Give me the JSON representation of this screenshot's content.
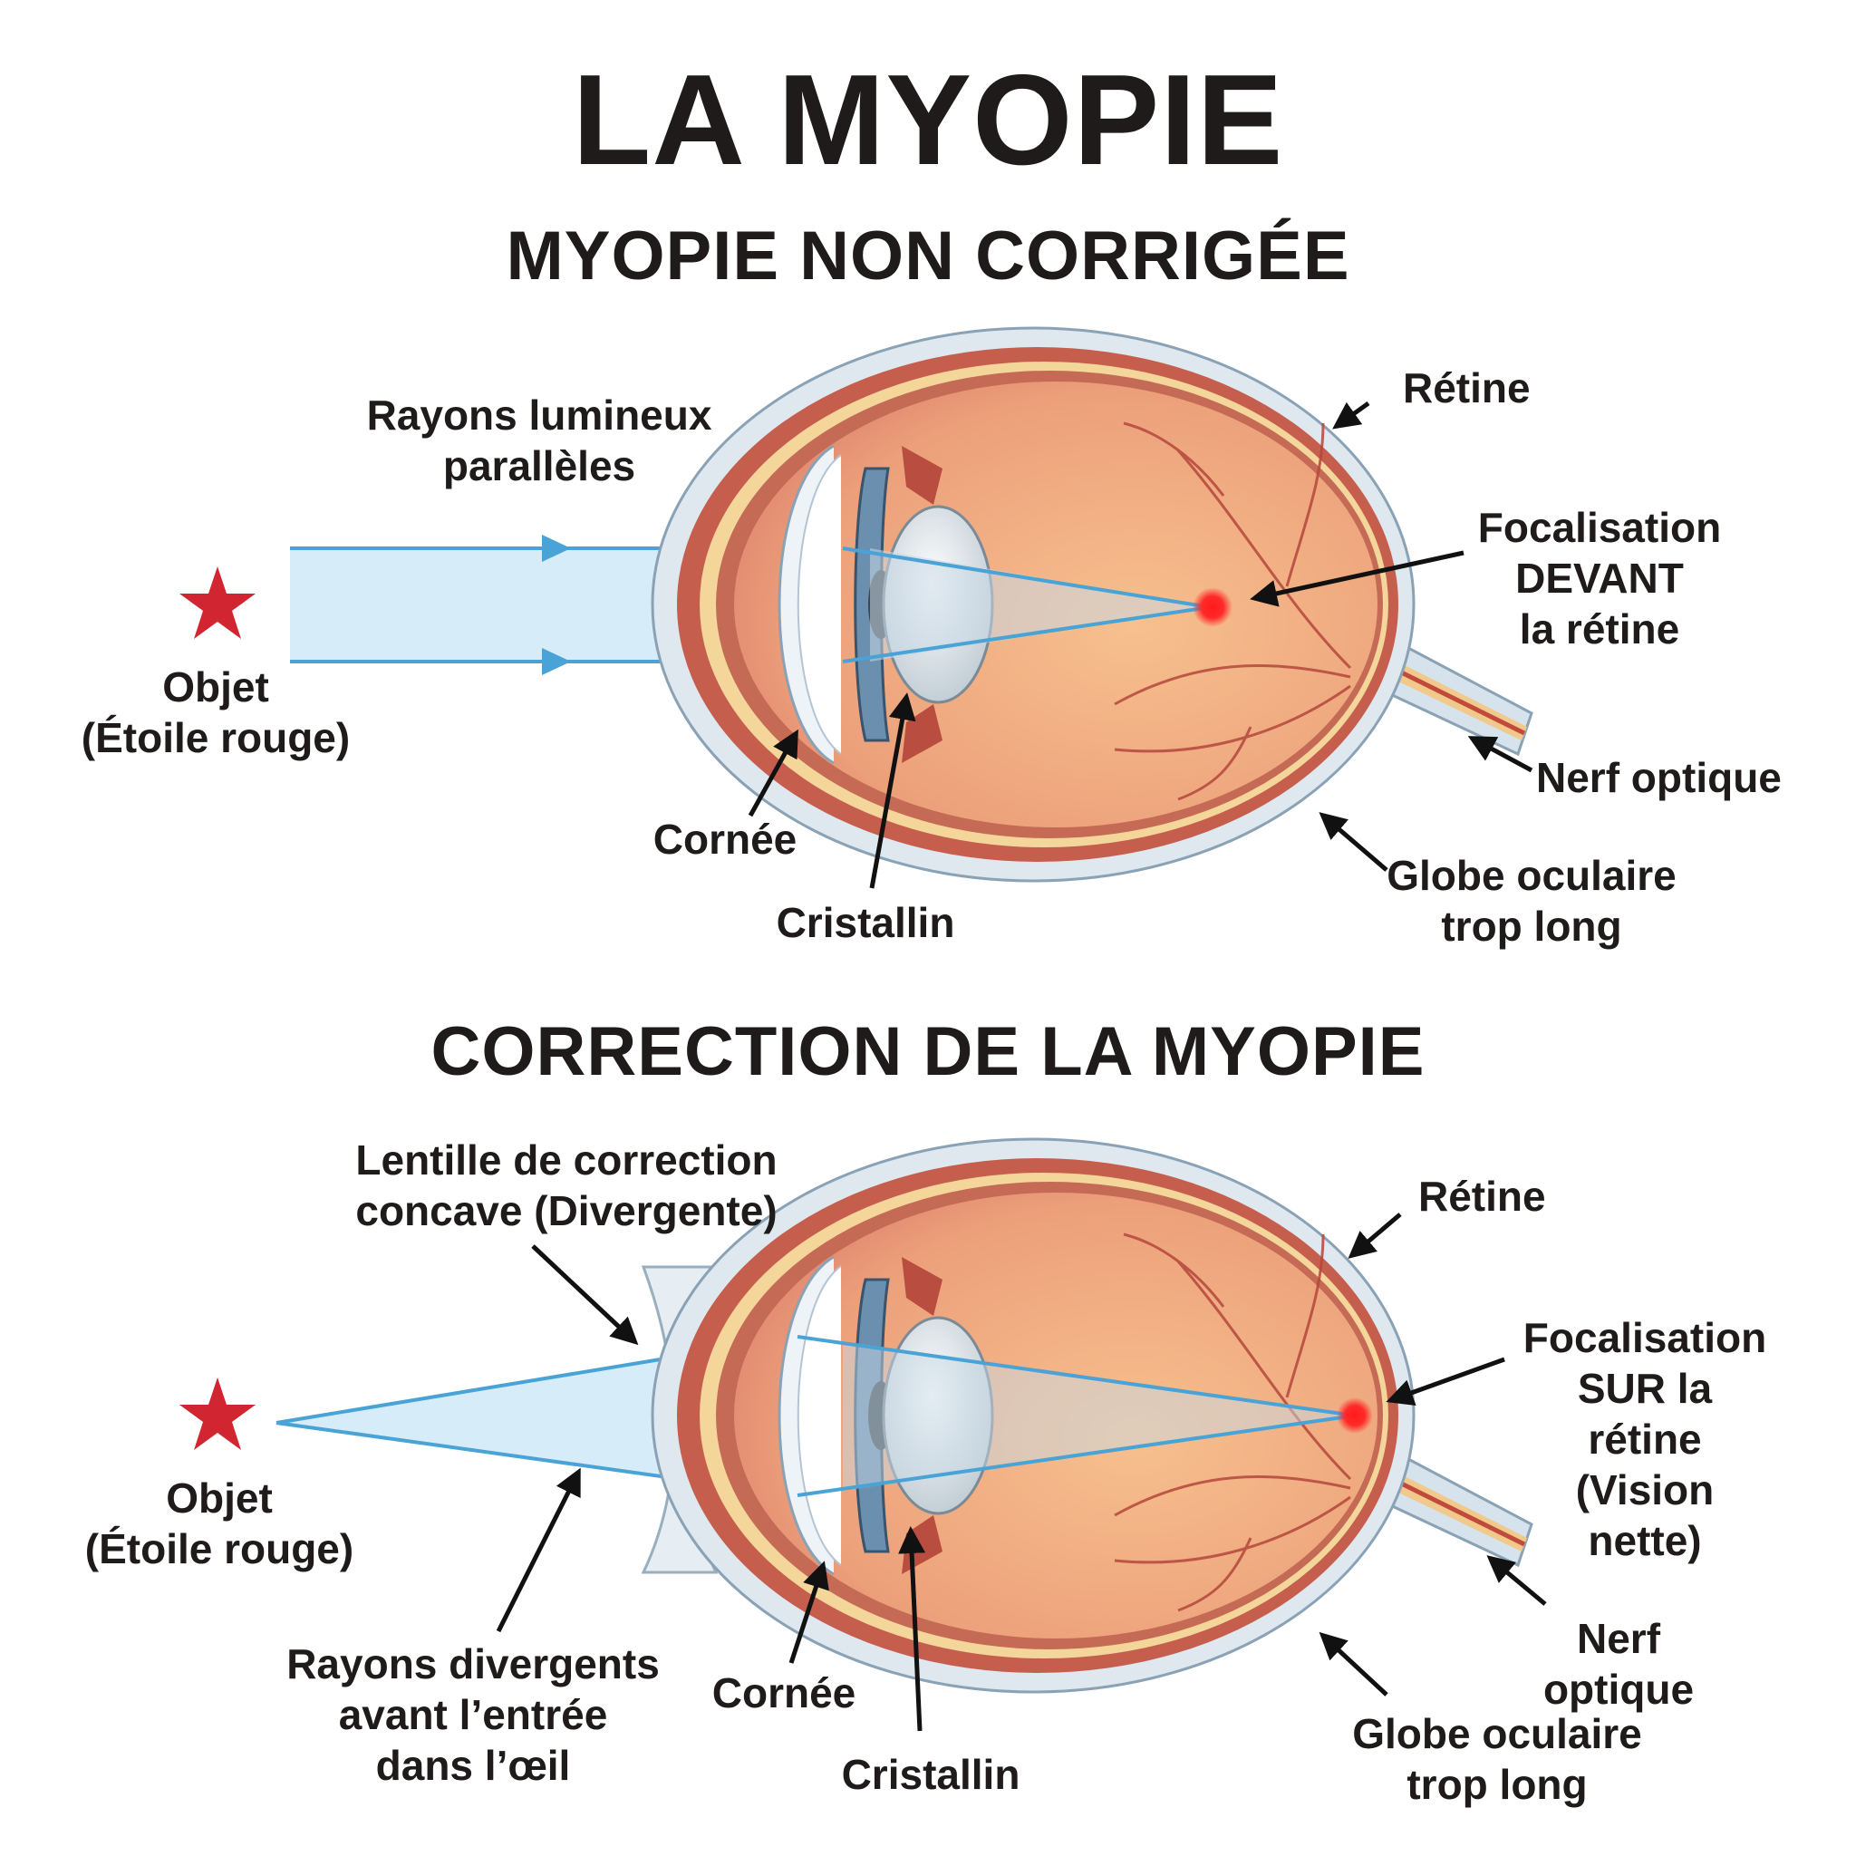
{
  "title": "LA MYOPIE",
  "section_uncorrected": {
    "heading": "MYOPIE NON CORRIGÉE",
    "labels": {
      "rays": "Rayons lumineux\nparallèles",
      "object": "Objet\n(Étoile rouge)",
      "cornea": "Cornée",
      "lens": "Cristallin",
      "retina": "Rétine",
      "focus": "Focalisation\nDEVANT\nla rétine",
      "optic_nerve": "Nerf optique",
      "eyeball": "Globe oculaire\ntrop long"
    }
  },
  "section_corrected": {
    "heading": "CORRECTION DE LA MYOPIE",
    "labels": {
      "corrective_lens": "Lentille de correction\nconcave (Divergente)",
      "object": "Objet\n(Étoile rouge)",
      "diverging_rays": "Rayons divergents\navant l’entrée\ndans l’œil",
      "cornea": "Cornée",
      "lens": "Cristallin",
      "retina": "Rétine",
      "focus": "Focalisation\nSUR la rétine\n(Vision nette)",
      "optic_nerve": "Nerf optique",
      "eyeball": "Globe oculaire\ntrop long"
    }
  },
  "colors": {
    "ray": "#4aa3d6",
    "beam_fill": "#d6ecf8",
    "star": "#d12631",
    "focal_point": "#ff1a1a",
    "sclera": "#dde6ef",
    "choroid": "#c2594a",
    "retina": "#f4d59a",
    "vitreous": "#eea27a",
    "text": "#1e1b1a"
  },
  "icons": [
    "star-icon",
    "eye-icon",
    "concave-lens-icon",
    "arrow-icon"
  ]
}
